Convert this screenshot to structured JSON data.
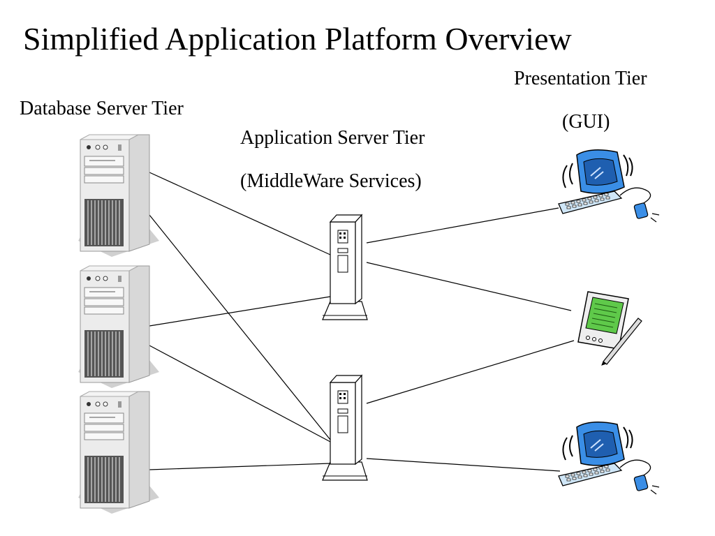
{
  "title": "Simplified Application Platform Overview",
  "tiers": {
    "database": {
      "label": "Database Server Tier"
    },
    "application": {
      "label": "Application Server Tier",
      "sublabel": "(MiddleWare Services)"
    },
    "presentation": {
      "label": "Presentation Tier",
      "sublabel": "(GUI)"
    }
  },
  "icons": {
    "database_servers": [
      "tower-server-icon",
      "tower-server-icon",
      "tower-server-icon"
    ],
    "application_servers": [
      "middleware-server-icon",
      "middleware-server-icon"
    ],
    "clients": [
      "desktop-computer-icon",
      "pda-handheld-icon",
      "desktop-computer-icon"
    ]
  },
  "colors": {
    "line": "#000000",
    "monitor": "#3a8ee6",
    "screen": "#1f5fb0",
    "pda_screen": "#5fc94a",
    "server": "#e6e6e6"
  }
}
